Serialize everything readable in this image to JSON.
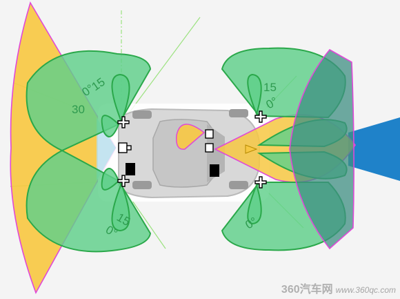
{
  "colors": {
    "background": "#f4f4f4",
    "long_range_radar": "#f7c843",
    "mid_range_radar": "#5fcf8a",
    "radar_outline_green": "#2aa84a",
    "radar_outline_magenta": "#e048d8",
    "front_lidar": "#1f82c9",
    "overlap_teal": "#3f8f83",
    "guide_lines": "#9be27f",
    "car_body": "#d8d8d8"
  },
  "labels": {
    "rear_top_15": "15",
    "rear_top_0": "0°",
    "rear_left_30": "30",
    "rear_bottom_15": "15",
    "rear_bottom_0": "0°",
    "front_top_15": "15",
    "front_top_0": "0°",
    "front_bottom_0": "0°"
  },
  "watermark": {
    "logo": "360汽车网",
    "url": "www.360qc.com"
  }
}
